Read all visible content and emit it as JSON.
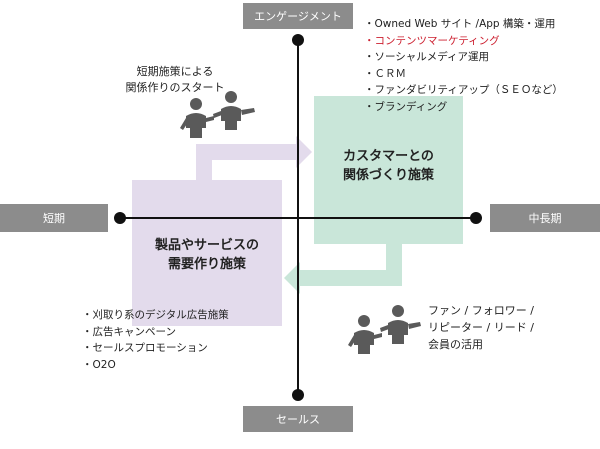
{
  "axes": {
    "top": "エンゲージメント",
    "bottom": "セールス",
    "left": "短期",
    "right": "中長期"
  },
  "short_term_box": {
    "title_line1": "製品やサービスの",
    "title_line2": "需要作り施策"
  },
  "long_term_box": {
    "title_line1": "カスタマーとの",
    "title_line2": "関係づくり施策"
  },
  "start_caption": {
    "line1": "短期施策による",
    "line2": "関係作りのスタート"
  },
  "fan_caption": {
    "line1": "ファン / フォロワー /",
    "line2": "リピーター / リード /",
    "line3": "会員の活用"
  },
  "top_right_list": [
    "Owned Web サイト /App 構築・運用",
    "コンテンツマーケティング",
    "ソーシャルメディア運用",
    "ＣＲＭ",
    "ファンダビリティアップ（ＳＥＯなど）",
    "ブランディング"
  ],
  "bottom_left_list": [
    "刈取り系のデジタル広告施策",
    "広告キャンペーン",
    "セールスプロモーション",
    "O2O"
  ],
  "colors": {
    "axis_box": "#8c8c8c",
    "axis_line": "#111111",
    "short_term_fill": "#e3dbec",
    "long_term_fill": "#c9e6d9",
    "highlight_text": "#cc1f2f",
    "people": "#5a5a5a"
  }
}
